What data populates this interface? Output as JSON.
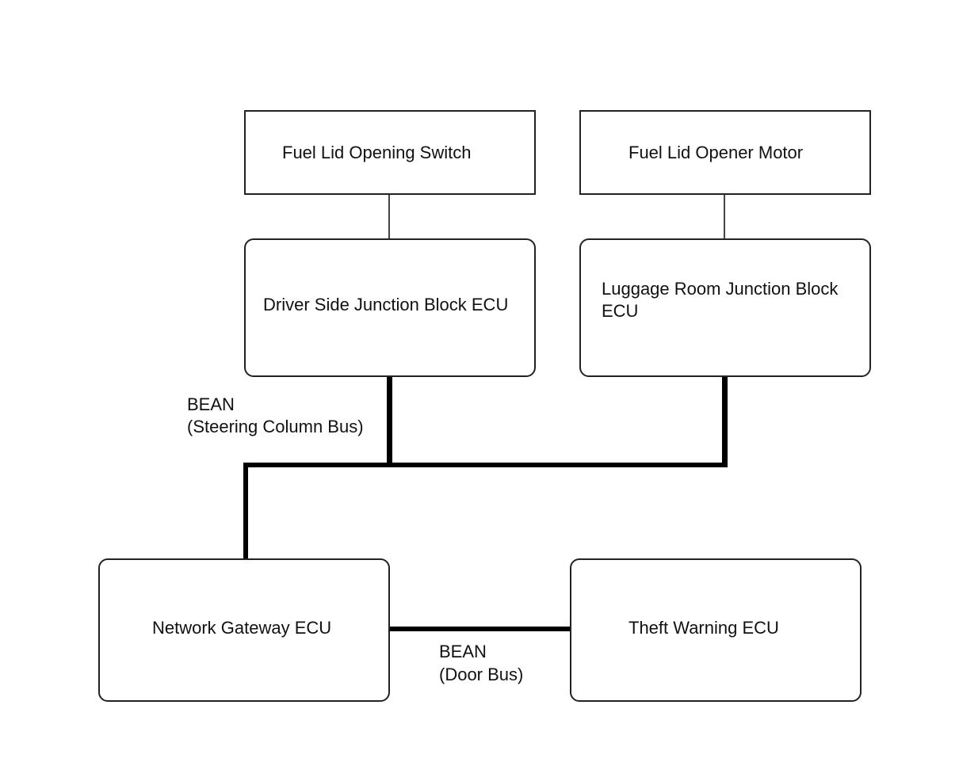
{
  "nodes": {
    "fuel_lid_opening_switch": "Fuel Lid Opening Switch",
    "fuel_lid_opener_motor": "Fuel Lid Opener Motor",
    "driver_side_jb_ecu": "Driver Side Junction Block ECU",
    "luggage_room_jb_ecu_line1": "Luggage Room Junction Block",
    "luggage_room_jb_ecu_line2": "ECU",
    "network_gateway_ecu": "Network Gateway ECU",
    "theft_warning_ecu": "Theft Warning ECU"
  },
  "buses": {
    "steering_column_line1": "BEAN",
    "steering_column_line2": "(Steering Column Bus)",
    "door_line1": "BEAN",
    "door_line2": "(Door Bus)"
  },
  "colors": {
    "box_border": "#222222",
    "bus_line": "#000000",
    "text": "#111111",
    "background": "#ffffff"
  }
}
